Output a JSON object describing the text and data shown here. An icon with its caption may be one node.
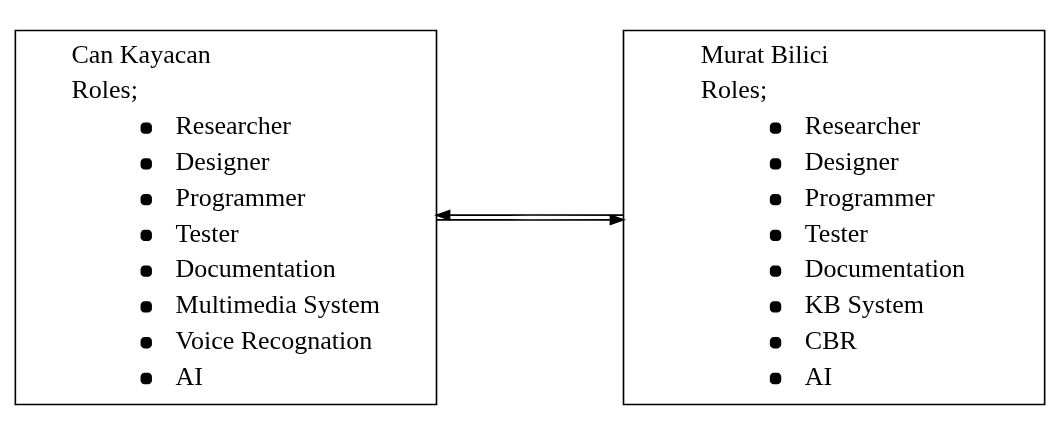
{
  "diagram": {
    "nodes": [
      {
        "text": [
          "Can Kayacan",
          "Roles;",
          "Researcher",
          "Designer",
          "Programmer",
          "Tester",
          "Documentation",
          "Multimedia System",
          "Voice Recognation",
          "AI"
        ]
      },
      {
        "text": [
          "Murat Bilici",
          "Roles;",
          "Researcher",
          "Designer",
          "Programmer",
          "Tester",
          "Documentation",
          "KB System",
          "CBR",
          "AI"
        ]
      }
    ],
    "edges": [
      {
        "from": 0,
        "to": 1,
        "arrow": "to"
      },
      {
        "from": 1,
        "to": 0,
        "arrow": "to"
      }
    ]
  }
}
